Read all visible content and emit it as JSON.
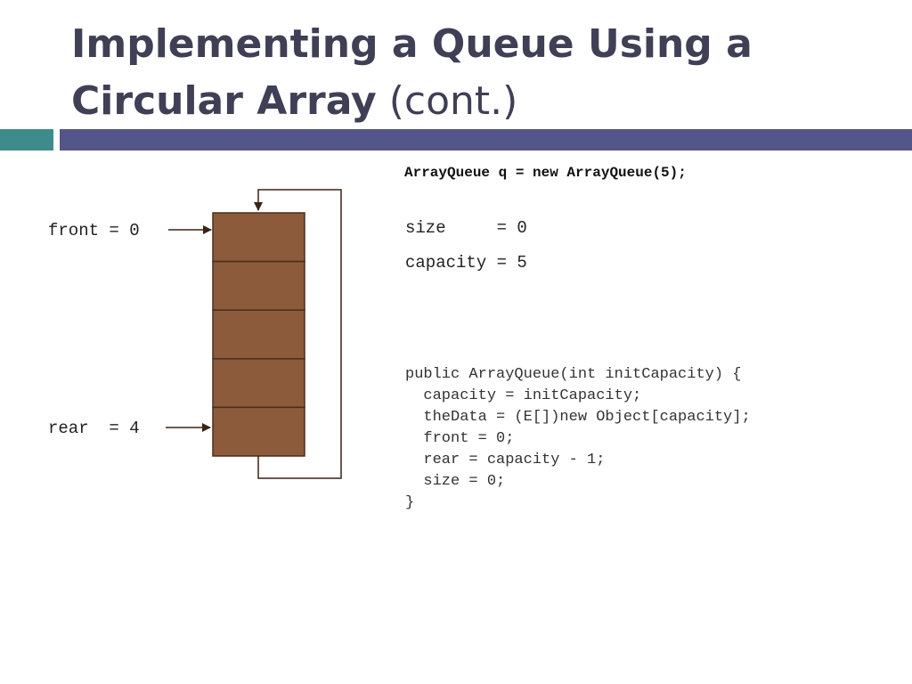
{
  "slide": {
    "title_bold": "Implementing a Queue Using a Circular Array",
    "title_suffix": "(cont.)"
  },
  "colors": {
    "title": "#3f3f56",
    "bar_teal": "#3f8b8b",
    "bar_purple": "#54558a",
    "cell_fill": "#8b5b3b",
    "cell_border": "#4a2e1c"
  },
  "diagram": {
    "cell_count": 5,
    "front_label": "front = 0",
    "rear_label": "rear  = 4"
  },
  "statement": "ArrayQueue q = new ArrayQueue(5);",
  "variables": {
    "size": "size     = 0",
    "capacity": "capacity = 5"
  },
  "constructor_code": [
    "public ArrayQueue(int initCapacity) {",
    "  capacity = initCapacity;",
    "  theData = (E[])new Object[capacity];",
    "  front = 0;",
    "  rear = capacity - 1;",
    "  size = 0;",
    "}"
  ]
}
